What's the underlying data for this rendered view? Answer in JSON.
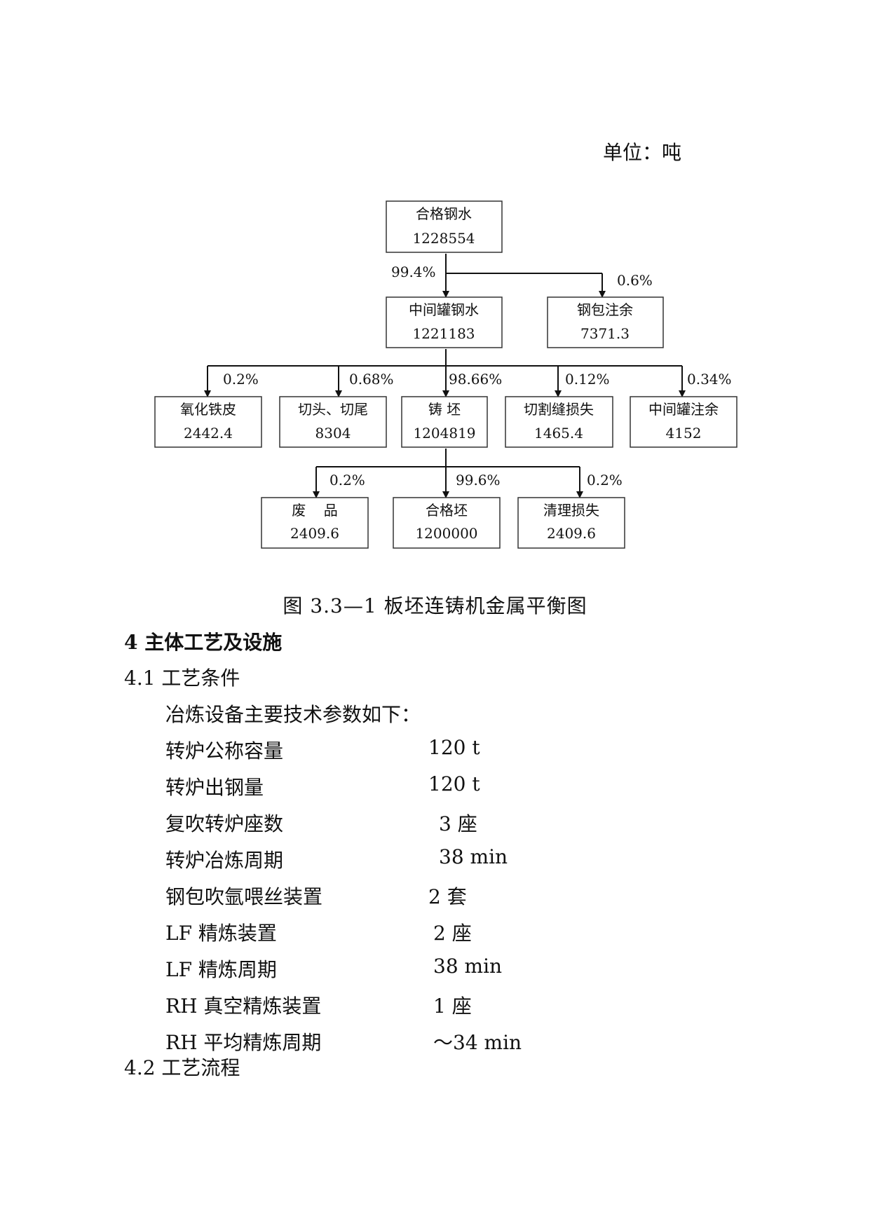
{
  "unit_label": "单位：吨",
  "flowchart": {
    "top": {
      "label": "合格钢水",
      "value": "1228554"
    },
    "level1": [
      {
        "label": "中间罐钢水",
        "value": "1221183",
        "pct": "99.4%"
      },
      {
        "label": "钢包注余",
        "value": "7371.3",
        "pct": "0.6%"
      }
    ],
    "level2": [
      {
        "label": "氧化铁皮",
        "value": "2442.4",
        "pct": "0.2%"
      },
      {
        "label": "切头、切尾",
        "value": "8304",
        "pct": "0.68%"
      },
      {
        "label": "铸  坯",
        "value": "1204819",
        "pct": "98.66%"
      },
      {
        "label": "切割缝损失",
        "value": "1465.4",
        "pct": "0.12%"
      },
      {
        "label": "中间罐注余",
        "value": "4152",
        "pct": "0.34%"
      }
    ],
    "level3": [
      {
        "label": "废    品",
        "value": "2409.6",
        "pct": "0.2%"
      },
      {
        "label": "合格坯",
        "value": "1200000",
        "pct": "99.6%"
      },
      {
        "label": "清理损失",
        "value": "2409.6",
        "pct": "0.2%"
      }
    ]
  },
  "caption": "图 3.3—1 板坯连铸机金属平衡图",
  "section_title": "4 主体工艺及设施",
  "subsection_1": "4.1 工艺条件",
  "intro": "冶炼设备主要技术参数如下：",
  "params": [
    {
      "name": "转炉公称容量",
      "value": "120 t"
    },
    {
      "name": "转炉出钢量",
      "value": "120 t"
    },
    {
      "name": "复吹转炉座数",
      "value": "3 座"
    },
    {
      "name": "转炉冶炼周期",
      "value": "38 min"
    },
    {
      "name": "钢包吹氩喂丝装置",
      "value": "2 套"
    },
    {
      "name": "LF 精炼装置",
      "value": "2 座"
    },
    {
      "name": "LF 精炼周期",
      "value": "38 min"
    },
    {
      "name": "RH 真空精炼装置",
      "value": "1 座"
    },
    {
      "name": "RH 平均精炼周期",
      "value": "～34 min"
    }
  ],
  "subsection_2": "4.2 工艺流程"
}
